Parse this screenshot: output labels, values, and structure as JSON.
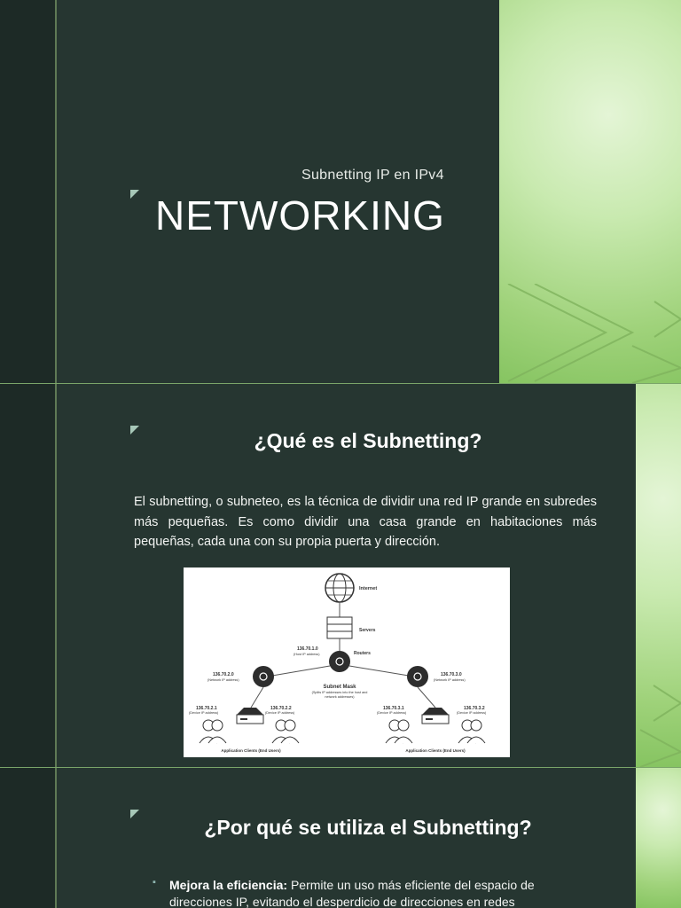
{
  "slide1": {
    "subtitle": "Subnetting IP en IPv4",
    "title": "NETWORKING"
  },
  "slide2": {
    "title": "¿Qué es el Subnetting?",
    "paragraph": "El subnetting, o subneteo, es la técnica de dividir una red IP grande en subredes más pequeñas. Es como dividir una casa grande en habitaciones más pequeñas, cada una con su propia puerta y dirección.",
    "diagram": {
      "internet": "Internet",
      "servers": "Servers",
      "routers": "Routers",
      "host_ip": "136.70.1.0",
      "host_ip_note": "(Host IP address)",
      "left_net": "136.70.2.0",
      "left_net_note": "(Network IP address)",
      "right_net": "136.70.3.0",
      "right_net_note": "(Network IP address)",
      "mask": "Subnet Mask",
      "mask_note1": "(Splits IP addresses into the host and",
      "mask_note2": "network addresses)",
      "d1": "136.70.2.1",
      "d2": "136.70.2.2",
      "d3": "136.70.3.1",
      "d4": "136.70.3.2",
      "device_note": "(Device IP address)",
      "clients": "Application Clients (End Users)"
    }
  },
  "slide3": {
    "title": "¿Por qué se utiliza el Subnetting?",
    "bullet_bold": "Mejora la eficiencia:",
    "bullet_text": " Permite un uso más eficiente del espacio de direcciones IP, evitando el desperdicio de direcciones en redes"
  },
  "colors": {
    "dark": "#263631",
    "accent": "#a7c8b8",
    "green": "#9fd27a"
  }
}
